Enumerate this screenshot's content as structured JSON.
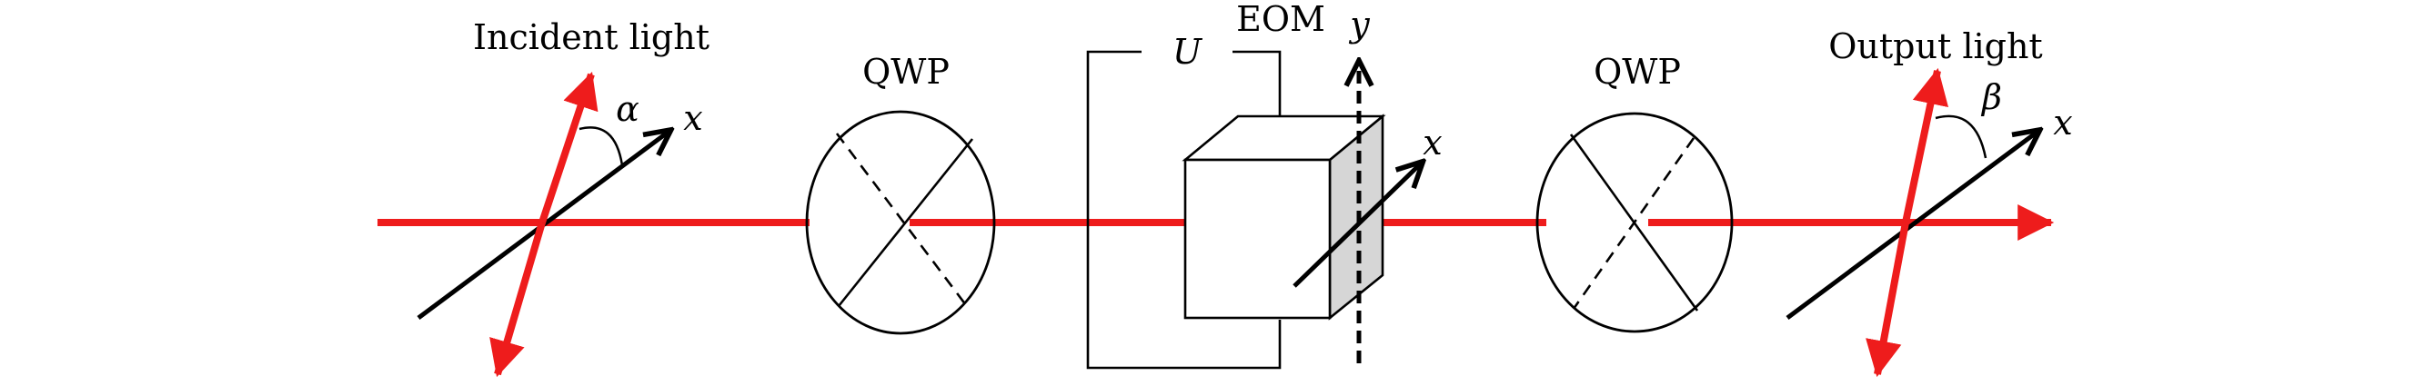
{
  "labels": {
    "incident_light": "Incident light",
    "output_light": "Output light",
    "qwp_left": "QWP",
    "qwp_right": "QWP",
    "eom": "EOM",
    "voltage": "U",
    "axis_x_left": "x",
    "axis_x_eom": "x",
    "axis_x_right": "x",
    "axis_y": "y",
    "angle_alpha": "α",
    "angle_beta": "β"
  },
  "colors": {
    "beam": "#ee1c1c",
    "axis": "#000000",
    "eom_side_face": "#d6d6d6"
  }
}
